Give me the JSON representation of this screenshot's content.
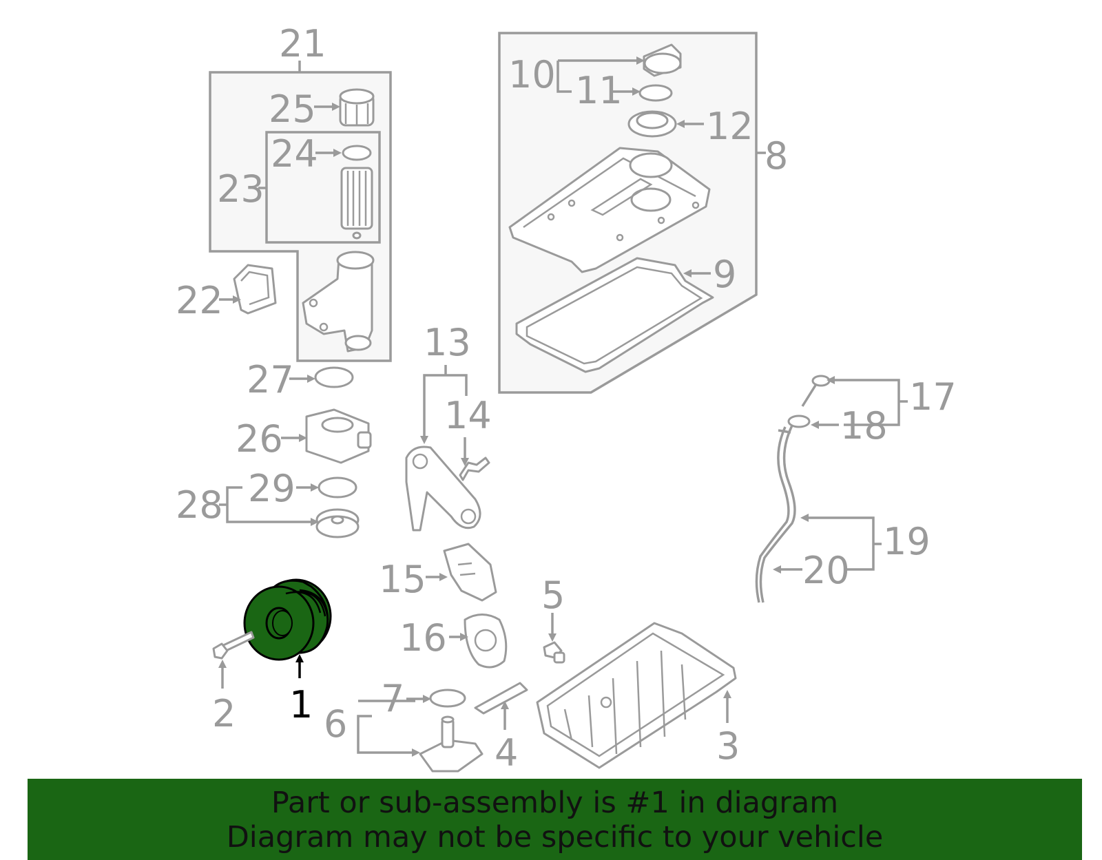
{
  "callouts": [
    {
      "n": "1",
      "highlight": true
    },
    {
      "n": "2"
    },
    {
      "n": "3"
    },
    {
      "n": "4"
    },
    {
      "n": "5"
    },
    {
      "n": "6"
    },
    {
      "n": "7"
    },
    {
      "n": "8"
    },
    {
      "n": "9"
    },
    {
      "n": "10"
    },
    {
      "n": "11"
    },
    {
      "n": "12"
    },
    {
      "n": "13"
    },
    {
      "n": "14"
    },
    {
      "n": "15"
    },
    {
      "n": "16"
    },
    {
      "n": "17"
    },
    {
      "n": "18"
    },
    {
      "n": "19"
    },
    {
      "n": "20"
    },
    {
      "n": "21"
    },
    {
      "n": "22"
    },
    {
      "n": "23"
    },
    {
      "n": "24"
    },
    {
      "n": "25"
    },
    {
      "n": "26"
    },
    {
      "n": "27"
    },
    {
      "n": "28"
    },
    {
      "n": "29"
    }
  ],
  "banner": {
    "line1": "Part or sub-assembly is #1 in diagram",
    "line2": "Diagram may not be specific to your vehicle",
    "bg": "#1a6614"
  },
  "colors": {
    "part_stroke": "#9a9a9a",
    "highlight_fill": "#1a6614",
    "highlight_stroke": "#000000"
  }
}
